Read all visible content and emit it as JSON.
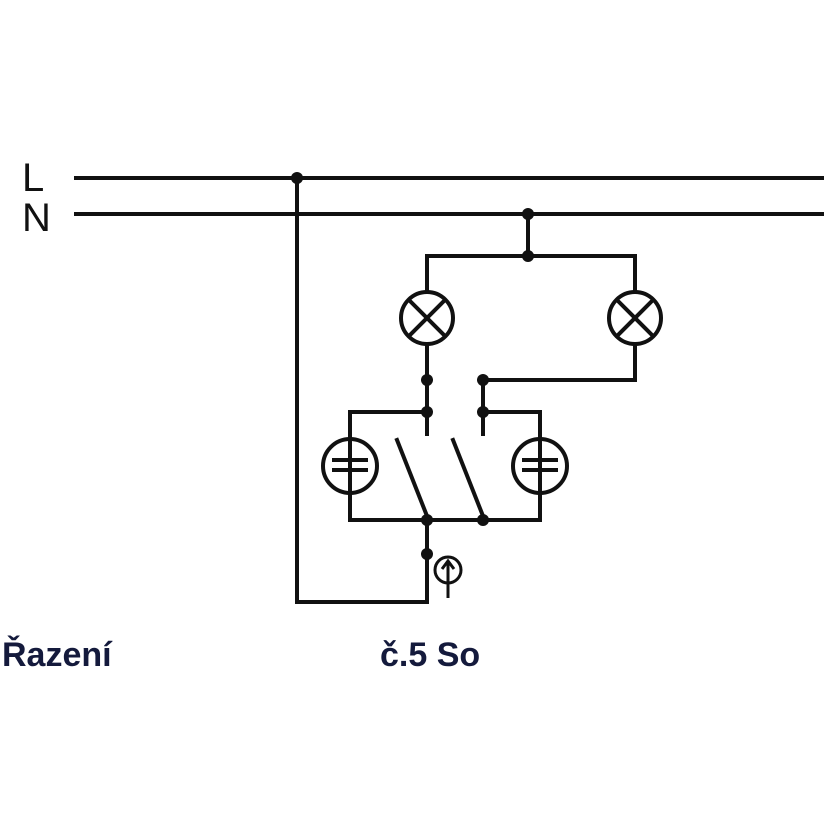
{
  "lines": {
    "phase_label": "L",
    "neutral_label": "N"
  },
  "caption": {
    "left": "Řazení",
    "right": "č.5 So"
  },
  "colors": {
    "wire": "#111111",
    "caption": "#141a3c"
  }
}
